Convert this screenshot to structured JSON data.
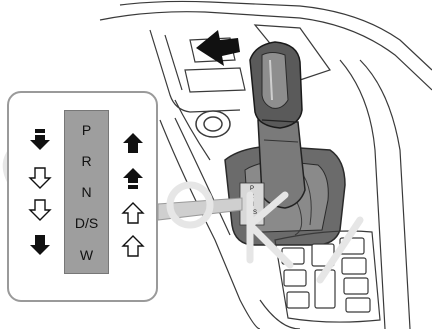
{
  "gear_positions": [
    "P",
    "R",
    "N",
    "D/S",
    "W"
  ],
  "left_arrows": [
    {
      "icon": "double-down-arrow-filled-icon"
    },
    {
      "icon": "down-arrow-outline-icon"
    },
    {
      "icon": "down-arrow-outline-icon"
    },
    {
      "icon": "down-arrow-filled-icon"
    }
  ],
  "right_arrows": [
    {
      "icon": "up-arrow-filled-icon"
    },
    {
      "icon": "double-up-arrow-filled-icon"
    },
    {
      "icon": "up-arrow-outline-icon"
    },
    {
      "icon": "up-arrow-outline-icon"
    }
  ],
  "console_gate_labels": [
    "P",
    "R",
    "N",
    "D/S",
    "W"
  ],
  "colors": {
    "line": "#3a3a3a",
    "gate_fill": "#9e9e9e",
    "shifter_dark": "#5a5a5a",
    "watermark": "#e8e8e8"
  }
}
